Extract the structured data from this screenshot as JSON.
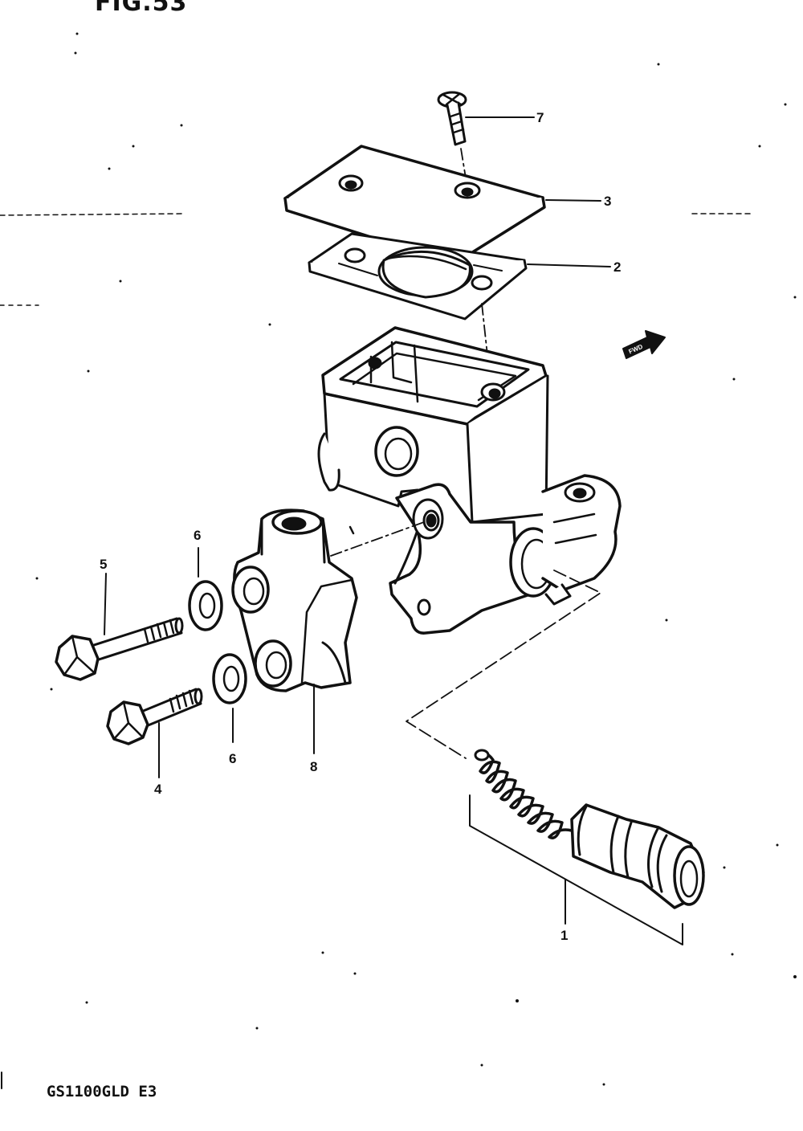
{
  "figure": {
    "title": "FIG.53",
    "model_code": "GS1100GLD E3"
  },
  "callouts": {
    "c1": "1",
    "c2": "2",
    "c3": "3",
    "c4": "4",
    "c5": "5",
    "c6a": "6",
    "c6b": "6",
    "c7": "7",
    "c8": "8"
  },
  "direction_arrow": {
    "icon": "forward-arrow-icon",
    "text": "FWD"
  },
  "colors": {
    "ink": "#111111",
    "paper": "#ffffff"
  }
}
